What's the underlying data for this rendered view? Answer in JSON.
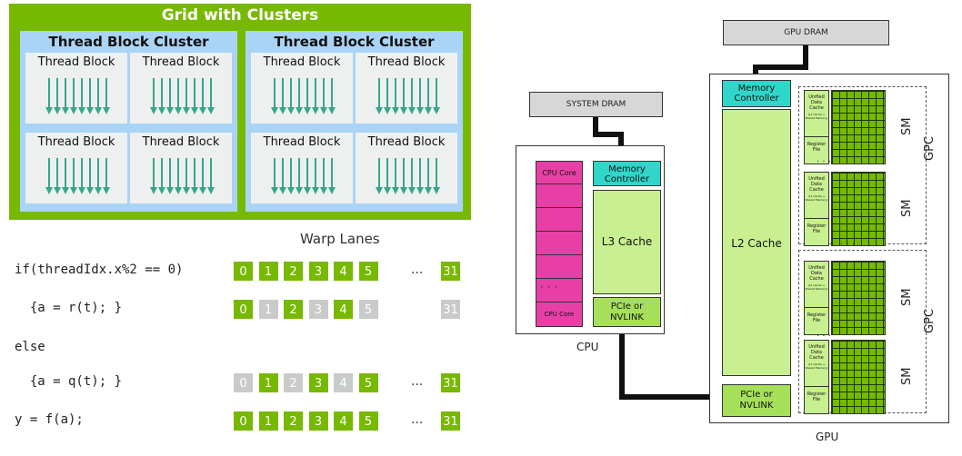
{
  "grid": {
    "title": "Grid with Clusters",
    "clusters": [
      {
        "title": "Thread Block Cluster",
        "blocks": [
          "Thread Block",
          "Thread Block",
          "Thread Block",
          "Thread Block"
        ]
      },
      {
        "title": "Thread Block Cluster",
        "blocks": [
          "Thread Block",
          "Thread Block",
          "Thread Block",
          "Thread Block"
        ]
      }
    ]
  },
  "warp": {
    "title": "Warp Lanes",
    "ellipsis": "...",
    "rows": [
      {
        "code": "if(threadIdx.x%2 == 0)",
        "active": [
          1,
          1,
          1,
          1,
          1,
          1,
          1
        ],
        "lanes": [
          "0",
          "1",
          "2",
          "3",
          "4",
          "5",
          "31"
        ]
      },
      {
        "code": "  {a = r(t); }",
        "active": [
          1,
          0,
          1,
          0,
          1,
          0,
          0
        ],
        "lanes": [
          "0",
          "1",
          "2",
          "3",
          "4",
          "5",
          "31"
        ]
      },
      {
        "code": "else",
        "active": null,
        "lanes": null
      },
      {
        "code": "  {a = q(t); }",
        "active": [
          0,
          1,
          0,
          1,
          0,
          1,
          1
        ],
        "lanes": [
          "0",
          "1",
          "2",
          "3",
          "4",
          "5",
          "31"
        ]
      },
      {
        "code": "y = f(a);",
        "active": [
          1,
          1,
          1,
          1,
          1,
          1,
          1
        ],
        "lanes": [
          "0",
          "1",
          "2",
          "3",
          "4",
          "5",
          "31"
        ]
      }
    ]
  },
  "cpu": {
    "system_dram": "SYSTEM DRAM",
    "cpu_core_top": "CPU Core",
    "cpu_core_bottom": "CPU Core",
    "ellipsis": "· · ·",
    "memory_controller": "Memory Controller",
    "l3_cache": "L3 Cache",
    "pcie": "PCIe or NVLINK",
    "label": "CPU"
  },
  "gpu": {
    "gpu_dram": "GPU DRAM",
    "memory_controller": "Memory Controller",
    "l2_cache": "L2 Cache",
    "pcie": "PCIe or NVLINK",
    "label": "GPU",
    "sm_label": "SM",
    "gpc_label": "GPC",
    "ellipsis": "· · ·",
    "sm_unified": "Unified Data Cache",
    "sm_unified_sub": "(L1 Cache + Shared Memory)",
    "sm_register": "Register File"
  },
  "colors": {
    "green": "#76b900",
    "blue": "#aad4f5",
    "teal": "#2fd6c9",
    "pink": "#e83fa6",
    "lime": "#c8f090"
  }
}
